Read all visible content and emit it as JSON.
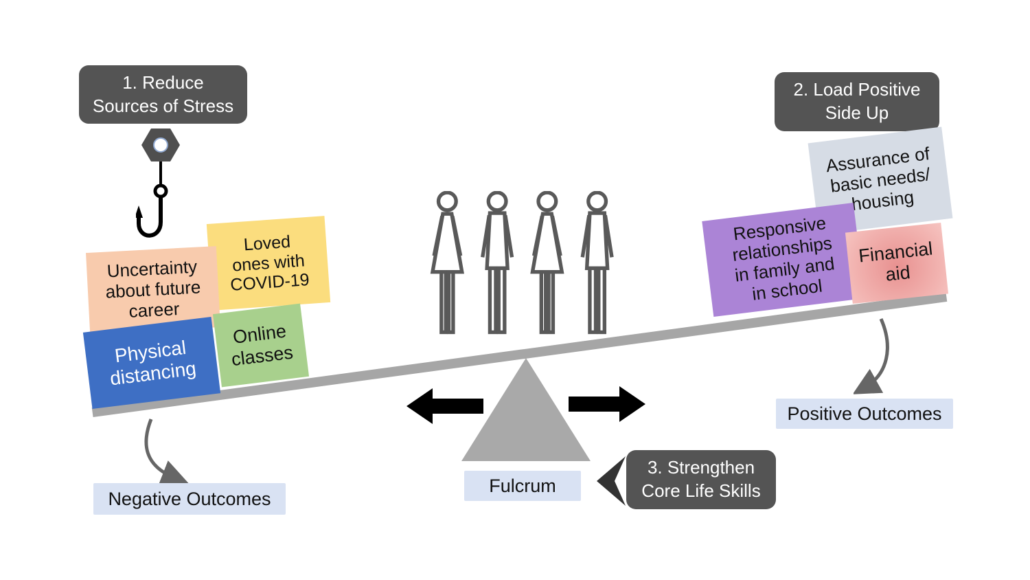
{
  "diagram": {
    "title_boxes": {
      "step1": "1. Reduce\nSources of Stress",
      "step2": "2. Load Positive\nSide Up",
      "step3": "3. Strengthen\nCore Life Skills"
    },
    "stress_notes": [
      {
        "label": "Loved\nones with\nCOVID-19",
        "color": "#FBDD7E"
      },
      {
        "label": "Uncertainty\nabout future\ncareer",
        "color": "#F8CBAD"
      },
      {
        "label": "Physical\ndistancing",
        "color": "#3E6FC4",
        "text_color": "#FFFFFF"
      },
      {
        "label": "Online\nclasses",
        "color": "#A8D08D"
      }
    ],
    "positive_notes": [
      {
        "label": "Assurance of\nbasic needs/\nhousing",
        "color": "#D6DCE5"
      },
      {
        "label": "Responsive\nrelationships\nin family and\nin school",
        "color": "#AB84D6"
      },
      {
        "label": "Financial\naid",
        "color": "#F0A3A0"
      }
    ],
    "fulcrum_label": "Fulcrum",
    "outcomes": {
      "negative": "Negative Outcomes",
      "positive": "Positive Outcomes"
    },
    "icons": [
      "hook-icon",
      "people-icon",
      "left-arrow-icon",
      "right-arrow-icon",
      "curved-arrow-negative-icon",
      "curved-arrow-positive-icon",
      "chevron-left-icon"
    ],
    "colors": {
      "step_box_bg": "#545454",
      "label_box_bg": "#D9E2F3",
      "plank": "#A6A6A6",
      "fulcrum": "#A9A9A9",
      "figure_outline": "#595959",
      "black_arrows": "#000000",
      "curved_arrows": "#666666"
    }
  }
}
